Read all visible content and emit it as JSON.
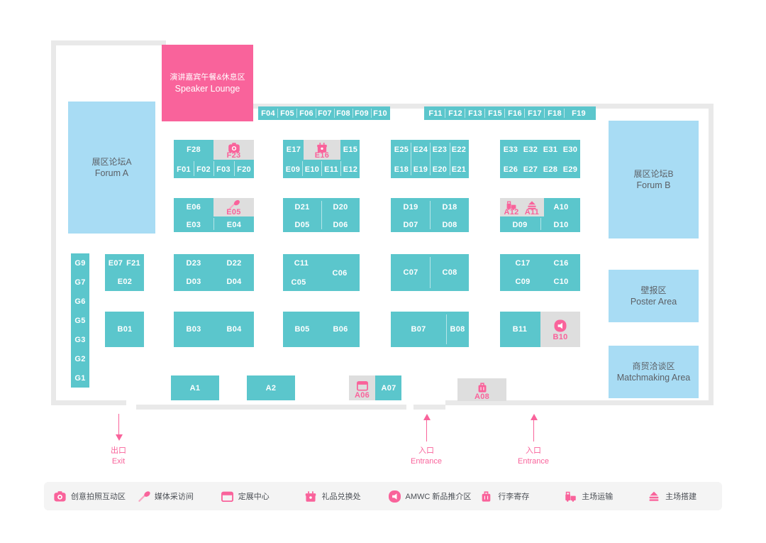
{
  "map": {
    "title": "Exhibition Hall Floor Plan",
    "colors": {
      "booth": "#5bc6cc",
      "service_booth": "#dedede",
      "area": "#a8dcf4",
      "lounge": "#f9639b",
      "wall": "#e9e9e9",
      "accent": "#f9639b"
    }
  },
  "areas": {
    "speaker_lounge": {
      "cn": "演讲嘉宾午餐&休息区",
      "en": "Speaker Lounge"
    },
    "forum_a": {
      "cn": "展区论坛A",
      "en": "Forum A"
    },
    "forum_b": {
      "cn": "展区论坛B",
      "en": "Forum B"
    },
    "poster": {
      "cn": "壁报区",
      "en": "Poster Area"
    },
    "matchmaking": {
      "cn": "商贸洽谈区",
      "en": "Matchmaking Area"
    }
  },
  "gates": [
    {
      "cn": "出口",
      "en": "Exit",
      "direction": "down"
    },
    {
      "cn": "入口",
      "en": "Entrance",
      "direction": "up"
    },
    {
      "cn": "入口",
      "en": "Entrance",
      "direction": "up"
    }
  ],
  "strips": {
    "f_top_left": [
      "F04",
      "F05",
      "F06",
      "F07",
      "F08",
      "F09",
      "F10"
    ],
    "f_top_right": [
      "F11",
      "F12",
      "F13",
      "F15",
      "F16",
      "F17",
      "F18",
      "F19"
    ],
    "g_column": [
      "G9",
      "G7",
      "G6",
      "G5",
      "G3",
      "G2",
      "G1"
    ]
  },
  "booths": {
    "f_block_left": {
      "top": [
        "F28",
        "F23"
      ],
      "bottom": [
        "F01",
        "F02",
        "F03",
        "F20"
      ]
    },
    "e_block_1": {
      "top": [
        "E17",
        "E16",
        "E15"
      ],
      "bottom": [
        "E09",
        "E10",
        "E11",
        "E12"
      ]
    },
    "e_block_2": {
      "top": [
        "E25",
        "E24",
        "E23",
        "E22"
      ],
      "bottom": [
        "E18",
        "E19",
        "E20",
        "E21"
      ]
    },
    "e_block_3": {
      "top": [
        "E33",
        "E32",
        "E31",
        "E30"
      ],
      "bottom": [
        "E26",
        "E27",
        "E28",
        "E29"
      ]
    },
    "e_block_left": {
      "top": [
        "E06",
        "E05"
      ],
      "bottom": [
        "E03",
        "E04"
      ]
    },
    "d_block_1": {
      "top": [
        "D21",
        "D20"
      ],
      "bottom": [
        "D05",
        "D06"
      ]
    },
    "d_block_2": {
      "top": [
        "D19",
        "D18"
      ],
      "bottom": [
        "D07",
        "D08"
      ]
    },
    "d_block_3": {
      "top": [
        "A12",
        "A11",
        "A10"
      ],
      "bottom": [
        "D09",
        "D10"
      ]
    },
    "ef_block_left": {
      "top": [
        "E07",
        "F21"
      ],
      "bottom": [
        "E02"
      ]
    },
    "d_block_left": {
      "top": [
        "D23",
        "D22"
      ],
      "bottom": [
        "D03",
        "D04"
      ]
    },
    "c_block_1": {
      "cells": [
        "C11",
        "C06",
        "C05"
      ]
    },
    "c_block_2": {
      "cells": [
        "C07",
        "C08"
      ]
    },
    "c_block_3": {
      "top": [
        "C17",
        "C16"
      ],
      "bottom": [
        "C09",
        "C10"
      ]
    },
    "b_block_left": {
      "cells": [
        "B01"
      ]
    },
    "b_block_1": {
      "cells": [
        "B03",
        "B04"
      ]
    },
    "b_block_2": {
      "cells": [
        "B05",
        "B06"
      ]
    },
    "b_block_3": {
      "cells": [
        "B07",
        "B08"
      ]
    },
    "b_block_4": {
      "cells": [
        "B11",
        "B10"
      ]
    },
    "a_row": {
      "cells": [
        "A1",
        "A2",
        "A06",
        "A07",
        "A08"
      ]
    }
  },
  "service_booths": [
    {
      "code": "F23",
      "icon": "camera-icon",
      "service": "创意拍照互动区"
    },
    {
      "code": "E16",
      "icon": "gift-icon",
      "service": "礼品兑换处"
    },
    {
      "code": "E05",
      "icon": "microphone-icon",
      "service": "媒体采访间"
    },
    {
      "code": "A12",
      "icon": "transport-icon",
      "service": "主场运输"
    },
    {
      "code": "A11",
      "icon": "build-icon",
      "service": "主场搭建"
    },
    {
      "code": "B10",
      "icon": "megaphone-icon",
      "service": "AMWC 新品推介区"
    },
    {
      "code": "A06",
      "icon": "calendar-icon",
      "service": "定展中心"
    },
    {
      "code": "A08",
      "icon": "luggage-icon",
      "service": "行李寄存"
    }
  ],
  "legend": [
    {
      "icon": "camera-icon",
      "label": "创意拍照互动区"
    },
    {
      "icon": "microphone-icon",
      "label": "媒体采访间"
    },
    {
      "icon": "calendar-icon",
      "label": "定展中心"
    },
    {
      "icon": "gift-icon",
      "label": "礼品兑换处"
    },
    {
      "icon": "megaphone-icon",
      "label": "AMWC 新品推介区"
    },
    {
      "icon": "luggage-icon",
      "label": "行李寄存"
    },
    {
      "icon": "transport-icon",
      "label": "主场运输"
    },
    {
      "icon": "build-icon",
      "label": "主场搭建"
    }
  ]
}
